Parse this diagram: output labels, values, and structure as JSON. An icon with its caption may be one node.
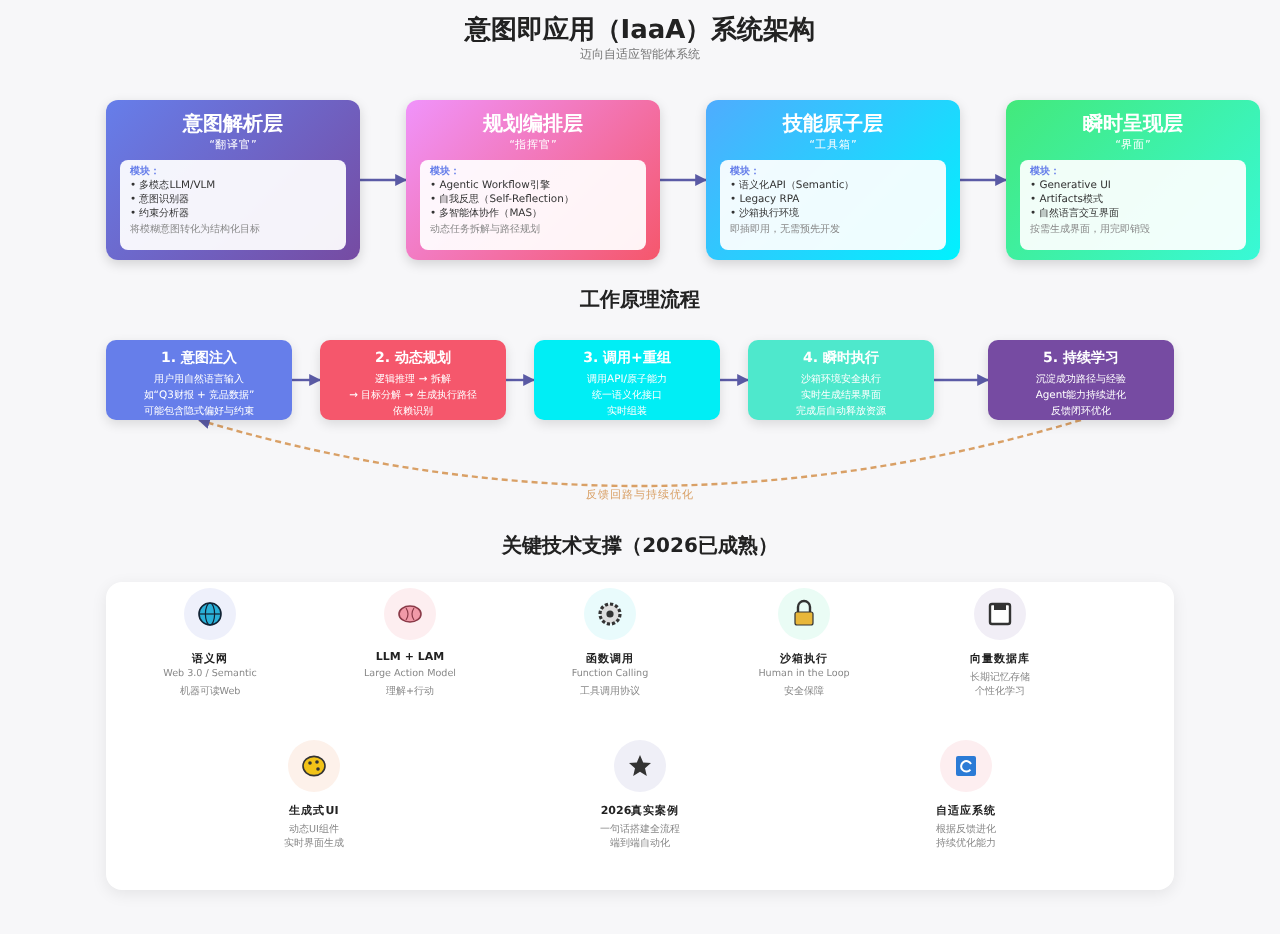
{
  "diagram": {
    "title": "意图即应用（IaaA）系统架构",
    "nodes": [
      {
        "text": [
          "意图解析层",
          "“翻译官”",
          "模块：",
          "• 多模态LLM/VLM",
          "• 意图识别器",
          "• 约束分析器",
          "将模糊意图转化为结构化目标"
        ]
      },
      {
        "text": [
          "规划编排层",
          "“指挥官”",
          "模块：",
          "• Agentic Workflow引擎",
          "• 自我反思（Self-Reflection）",
          "• 多智能体协作（MAS）",
          "动态任务拆解与路径规划"
        ]
      },
      {
        "text": [
          "技能原子层",
          "“工具箱”",
          "模块：",
          "• 语义化API（Semantic）",
          "• Legacy RPA",
          "• 沙箱执行环境",
          "即插即用，无需预先开发"
        ]
      },
      {
        "text": [
          "瞬时呈现层",
          "“界面”",
          "模块：",
          "• Generative UI",
          "• Artifacts模式",
          "• 自然语言交互界面",
          "按需生成界面，用完即销毁"
        ]
      },
      {
        "text": [
          "1. 意图注入",
          "用户用自然语言输入",
          "如“Q3财报 + 竞品数据”",
          "可能包含隐式偏好与约束"
        ]
      },
      {
        "text": [
          "2. 动态规划",
          "逻辑推理 → 拆解",
          "→ 目标分解 → 生成执行路径",
          "依赖识别"
        ]
      },
      {
        "text": [
          "3. 调用+重组",
          "调用API/原子能力",
          "统一语义化接口",
          "实时组装"
        ]
      },
      {
        "text": [
          "4. 瞬时执行",
          "沙箱环境安全执行",
          "实时生成结果界面",
          "完成后自动释放资源"
        ]
      },
      {
        "text": [
          "5. 持续学习",
          "沉淀成功路径与经验",
          "Agent能力持续进化",
          "反馈闭环优化"
        ]
      }
    ],
    "edges": [
      {
        "from": 0,
        "to": 1,
        "arrow": "to"
      },
      {
        "from": 1,
        "to": 2,
        "arrow": "to"
      },
      {
        "from": 2,
        "to": 3,
        "arrow": "to"
      },
      {
        "from": 4,
        "to": 5,
        "arrow": "to"
      },
      {
        "from": 5,
        "to": 6,
        "arrow": "to"
      },
      {
        "from": 6,
        "to": 7,
        "arrow": "to"
      },
      {
        "from": 7,
        "to": 8,
        "arrow": "to"
      },
      {
        "from": 8,
        "to": 4,
        "arrow": "to",
        "style": "dashed",
        "color": "#d9a066",
        "label": "反馈回路与持续优化"
      }
    ],
    "labels": [
      "迈向自适应智能体系统",
      "工作原理流程",
      "关键技术支撑（2026已成熟）",
      "语义网",
      "Web 3.0 / Semantic",
      "机器可读Web",
      "LLM + LAM",
      "Large Action Model",
      "理解+行动",
      "函数调用",
      "Function Calling",
      "工具调用协议",
      "沙箱执行",
      "Human in the Loop",
      "安全保障",
      "向量数据库",
      "长期记忆存储",
      "个性化学习",
      "生成式UI",
      "动态UI组件",
      "实时界面生成",
      "2026真实案例",
      "一句话搭建全流程",
      "端到端自动化",
      "自适应系统",
      "根据反馈进化",
      "持续优化能力"
    ]
  }
}
